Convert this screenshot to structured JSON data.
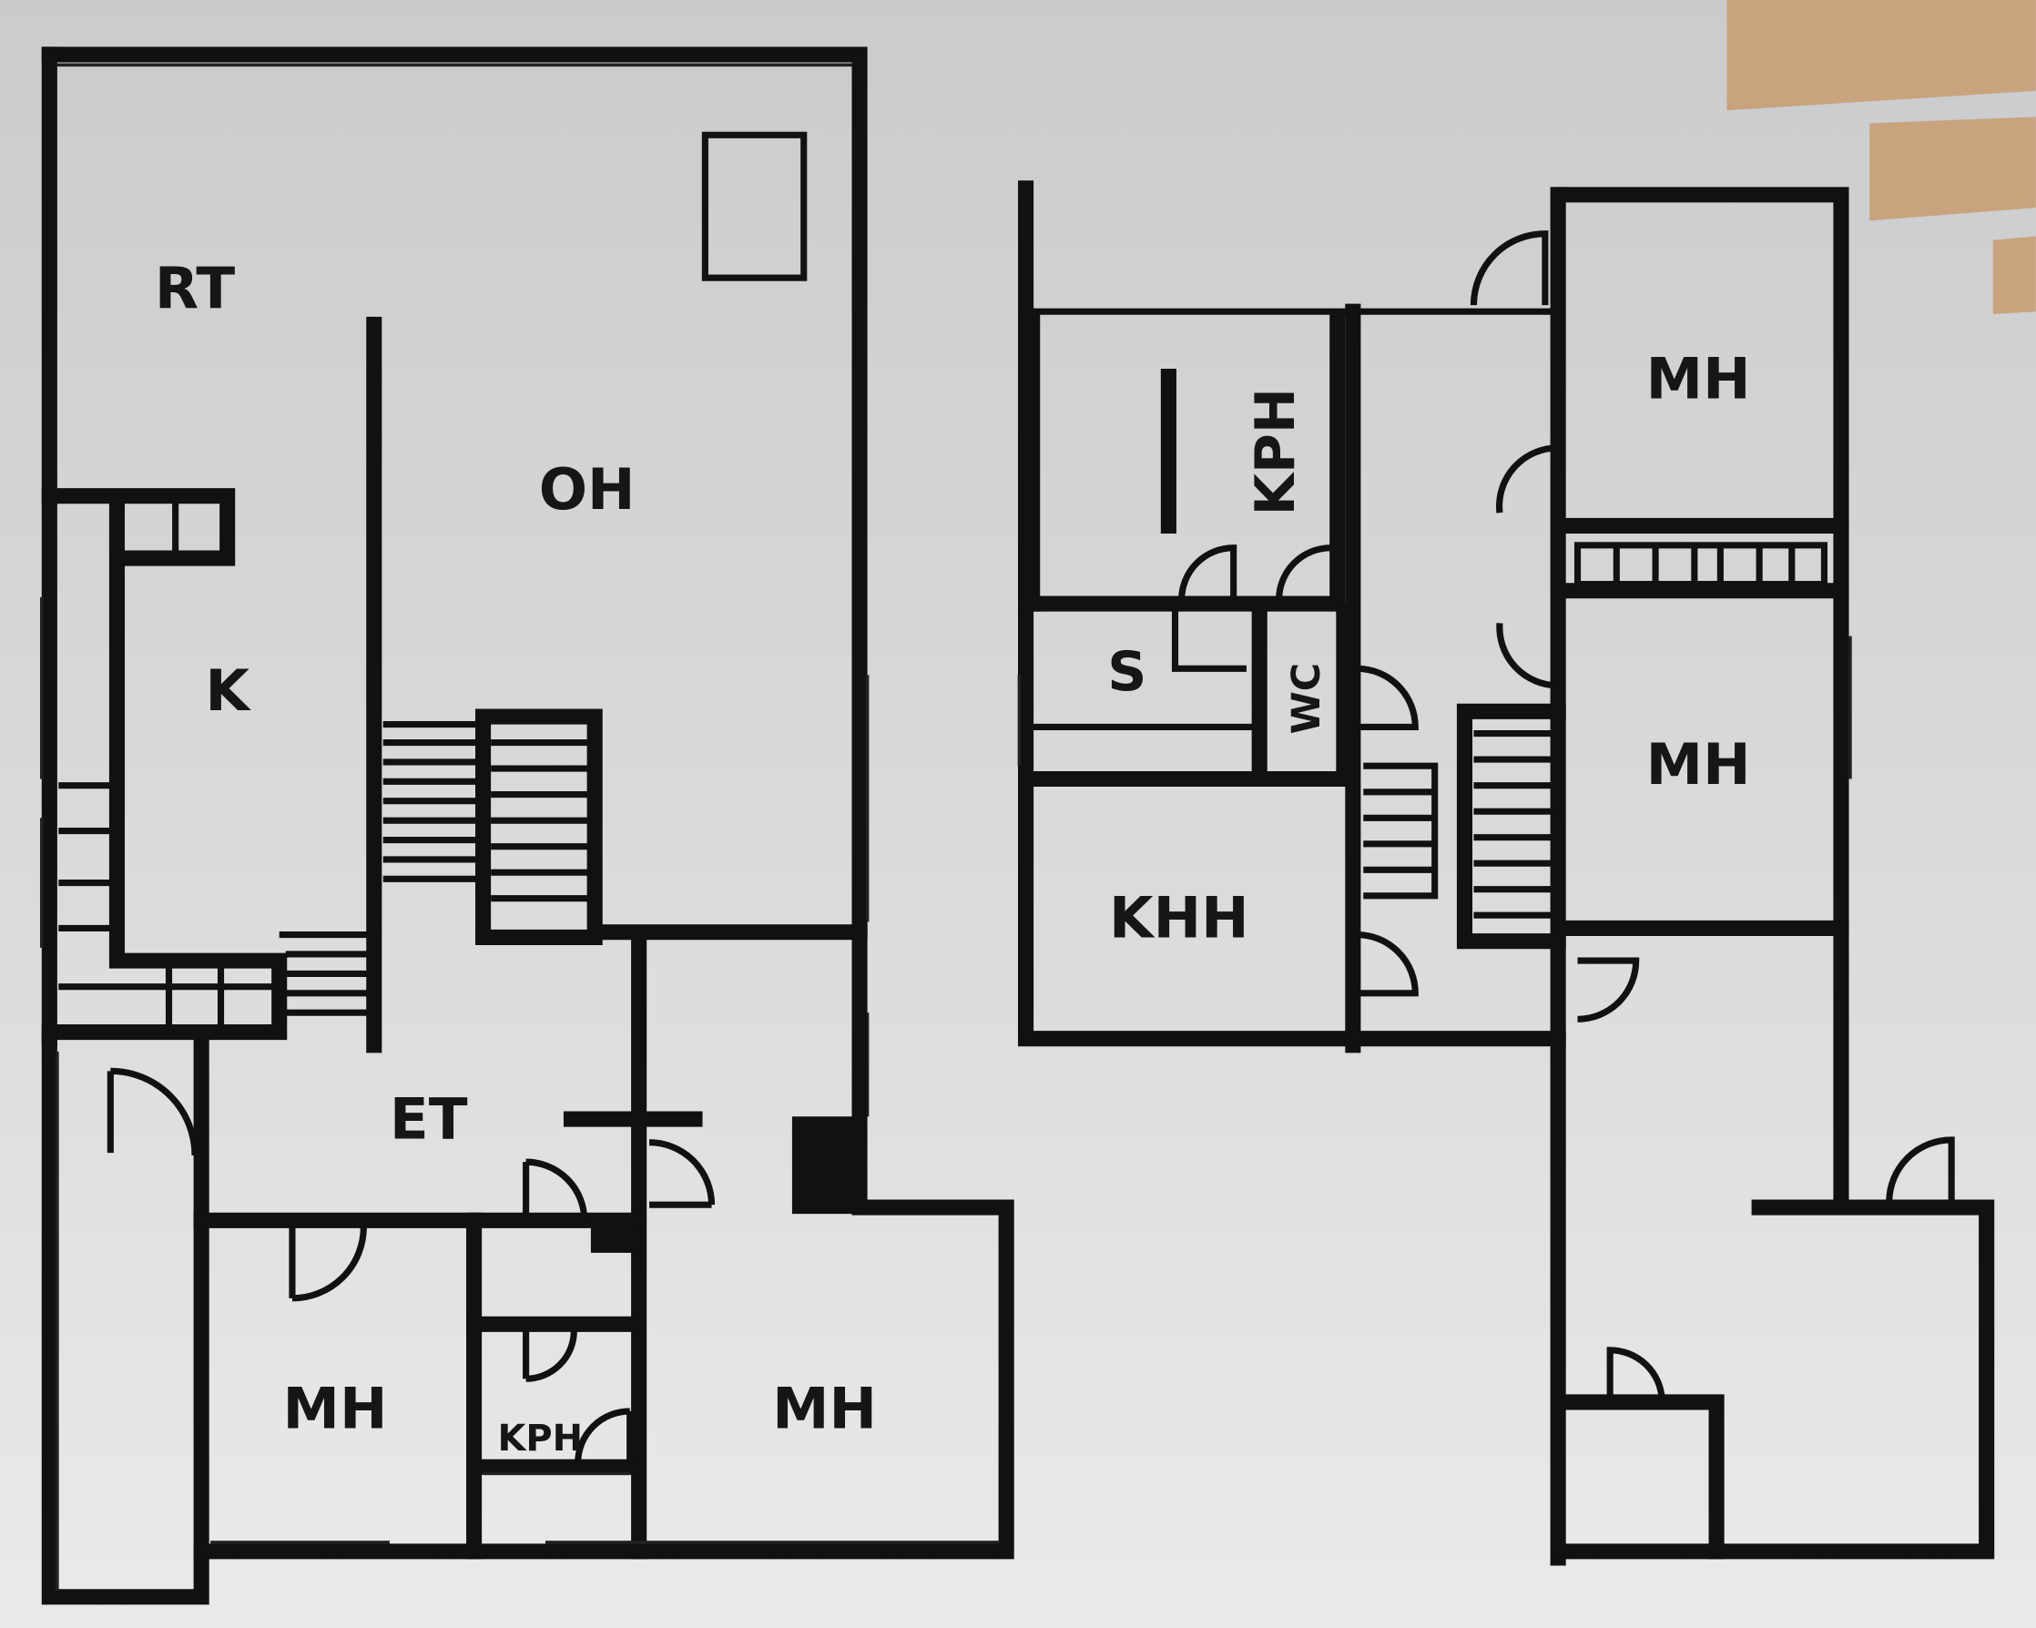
{
  "title": "Floor plan",
  "colors": {
    "wall": "#111111",
    "background": "#d6d8d9",
    "beam": "#c9a27e"
  },
  "left_plan": {
    "rooms": {
      "rt": "RT",
      "k": "K",
      "oh": "OH",
      "et": "ET",
      "mh_left": "MH",
      "kph": "KPH",
      "mh_right": "MH"
    }
  },
  "right_plan": {
    "rooms": {
      "kph": "KPH",
      "s": "S",
      "wc": "WC",
      "khh": "KHH",
      "mh_top": "MH",
      "mh_middle": "MH"
    }
  }
}
